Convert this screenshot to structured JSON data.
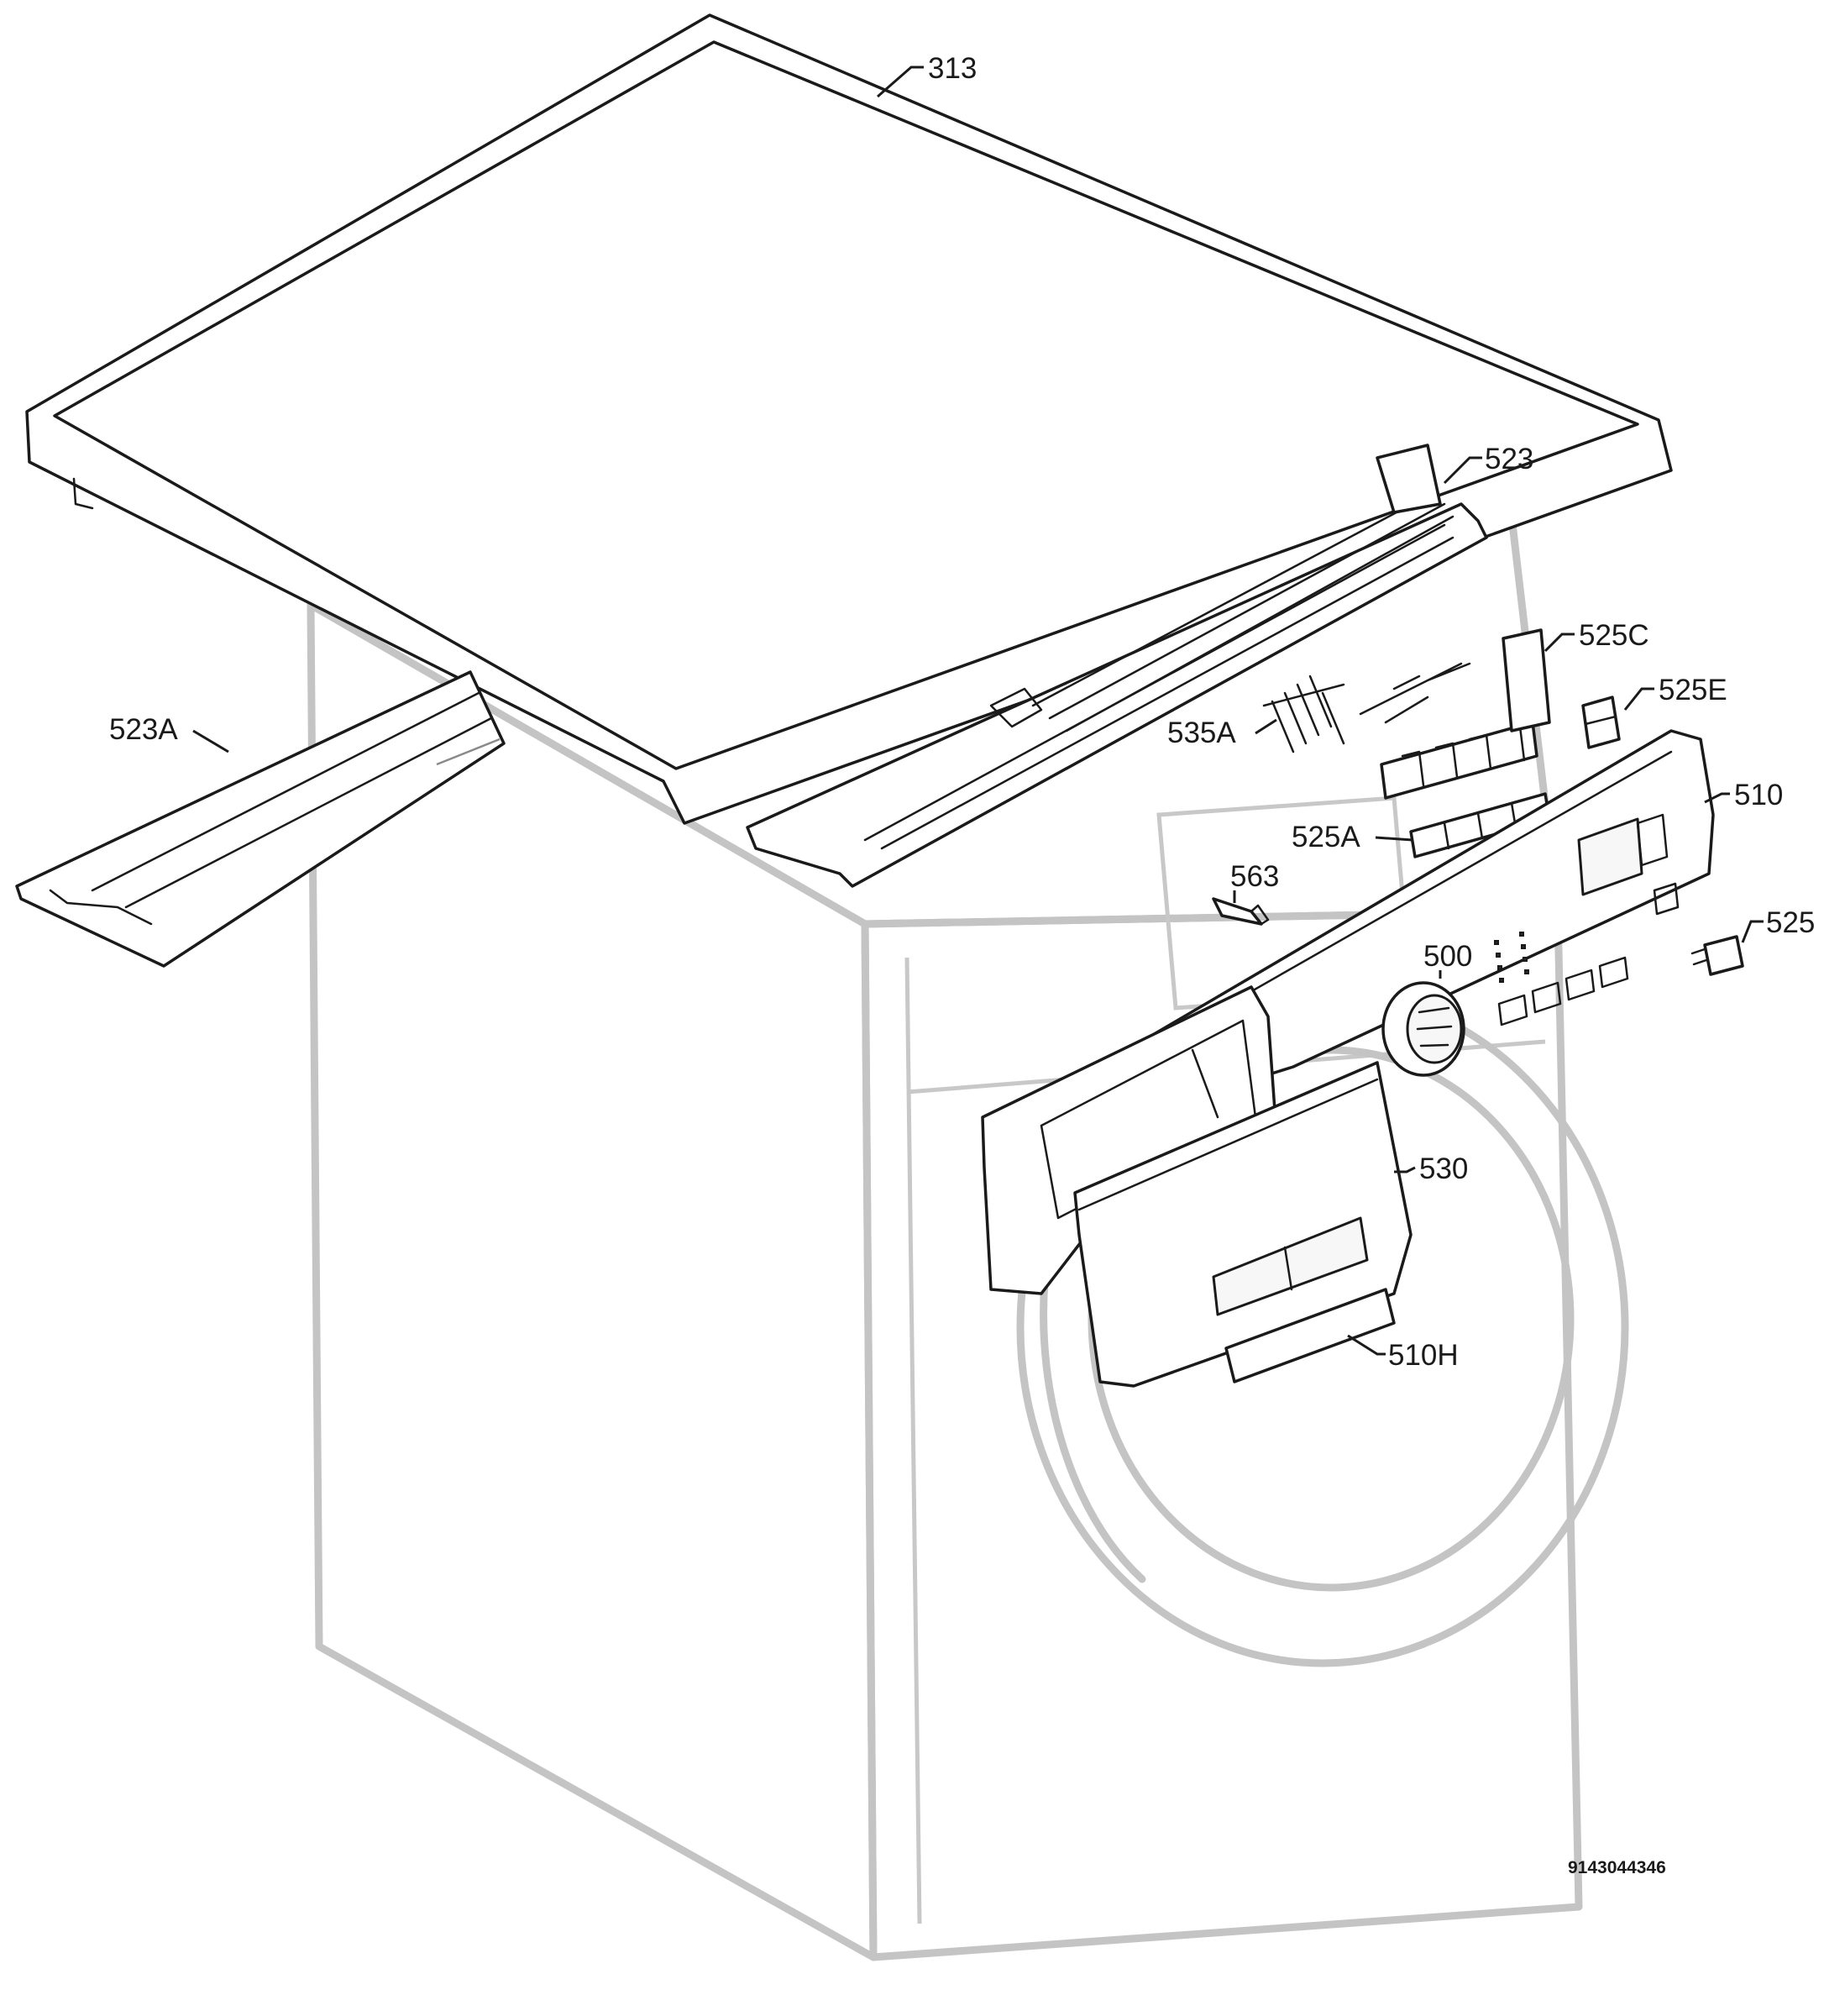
{
  "document_number": "9143044346",
  "callouts": {
    "c313": "313",
    "c523": "523",
    "c523A": "523A",
    "c525C": "525C",
    "c525E": "525E",
    "c535A": "535A",
    "c510": "510",
    "c525A": "525A",
    "c563": "563",
    "c525": "525",
    "c500": "500",
    "c530": "530",
    "c510H": "510H"
  }
}
